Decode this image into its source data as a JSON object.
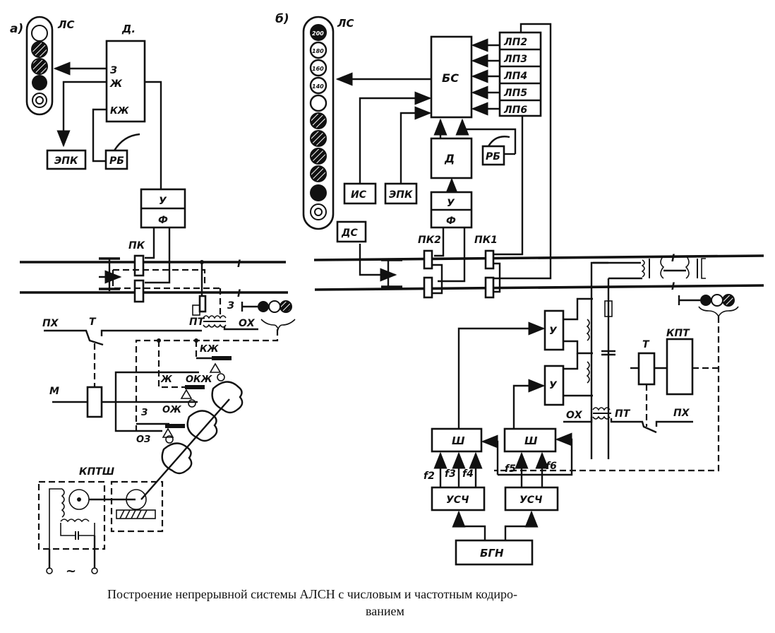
{
  "figure": {
    "caption_line1": "Построение непрерывной системы АЛСН с числовым и частотным кодиро-",
    "caption_line2": "ванием"
  },
  "panel_a": {
    "tag": "а)",
    "cab_signal_label": "ЛС",
    "cab_signal_lamps": [
      "white",
      "yellow-red",
      "yellow-red",
      "red",
      "white-ring"
    ],
    "decoder": {
      "label": "Д.",
      "outputs": [
        "З",
        "Ж",
        "КЖ"
      ]
    },
    "epk": "ЭПК",
    "rb": "РБ",
    "amp": "У",
    "filter": "Ф",
    "pickup_coils": "ПК",
    "track_signal_aspect": "З",
    "transformer": "ПТ",
    "ox": "ОХ",
    "px": "ПХ",
    "t": "Т",
    "m": "М",
    "contacts": [
      "КЖ",
      "Ж",
      "ОКЖ",
      "З",
      "ОЖ",
      "ОЗ"
    ],
    "transmitter": "КПТШ",
    "ac_source": "~"
  },
  "panel_b": {
    "tag": "б)",
    "cab_signal_label": "ЛС",
    "speed_lamps": [
      "200",
      "180",
      "160",
      "140"
    ],
    "other_lamps": [
      "white",
      "hatched",
      "hatched",
      "hatched",
      "hatched-red",
      "red",
      "white-ring"
    ],
    "signal_block": "БС",
    "line_relays": [
      "ЛП2",
      "ЛП3",
      "ЛП4",
      "ЛП5",
      "ЛП6"
    ],
    "decoder": "Д",
    "rb": "РБ",
    "is": "ИС",
    "epk": "ЭПК",
    "amp": "У",
    "filter": "Ф",
    "ds": "ДС",
    "pickup_coils": [
      "ПК2",
      "ПК1"
    ],
    "track_amps": [
      "У",
      "У"
    ],
    "shapers": [
      "Ш",
      "Ш"
    ],
    "freqs_left": [
      "f2",
      "f3",
      "f4"
    ],
    "freqs_right": [
      "f5",
      "f6"
    ],
    "dividers": [
      "УСЧ",
      "УСЧ"
    ],
    "generator": "БГН",
    "t": "Т",
    "kpt": "КПТ",
    "ox": "ОХ",
    "pt": "ПТ",
    "px": "ПХ"
  }
}
